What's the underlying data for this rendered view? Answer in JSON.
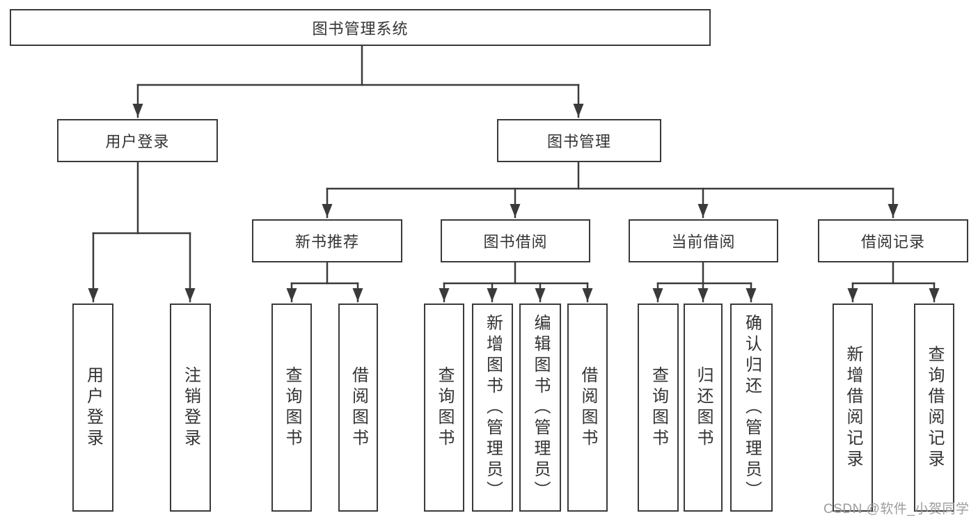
{
  "diagram": {
    "title": "图书管理系统",
    "root": {
      "label": "图书管理系统"
    },
    "level2": [
      {
        "id": "user",
        "label": "用户登录"
      },
      {
        "id": "management",
        "label": "图书管理"
      }
    ],
    "level3": [
      {
        "id": "recommend",
        "label": "新书推荐"
      },
      {
        "id": "borrow",
        "label": "图书借阅"
      },
      {
        "id": "current",
        "label": "当前借阅"
      },
      {
        "id": "records",
        "label": "借阅记录"
      }
    ],
    "leaves": {
      "user": [
        {
          "label": "用户登录"
        },
        {
          "label": "注销登录"
        }
      ],
      "recommend": [
        {
          "label": "查询图书"
        },
        {
          "label": "借阅图书"
        }
      ],
      "borrow": [
        {
          "label": "查询图书"
        },
        {
          "label": "新增图书（管理员）"
        },
        {
          "label": "编辑图书（管理员）"
        },
        {
          "label": "借阅图书"
        }
      ],
      "current": [
        {
          "label": "查询图书"
        },
        {
          "label": "归还图书"
        },
        {
          "label": "确认归还（管理员）"
        }
      ],
      "records": [
        {
          "label": "新增借阅记录"
        },
        {
          "label": "查询借阅记录"
        }
      ]
    }
  },
  "watermark": {
    "text": "CSDN @软件_小贺同学"
  },
  "colors": {
    "line": "#3a3a3a",
    "box_border": "#3a3a3a",
    "text": "#333333",
    "watermark": "#9c9c9c",
    "background": "#ffffff"
  }
}
